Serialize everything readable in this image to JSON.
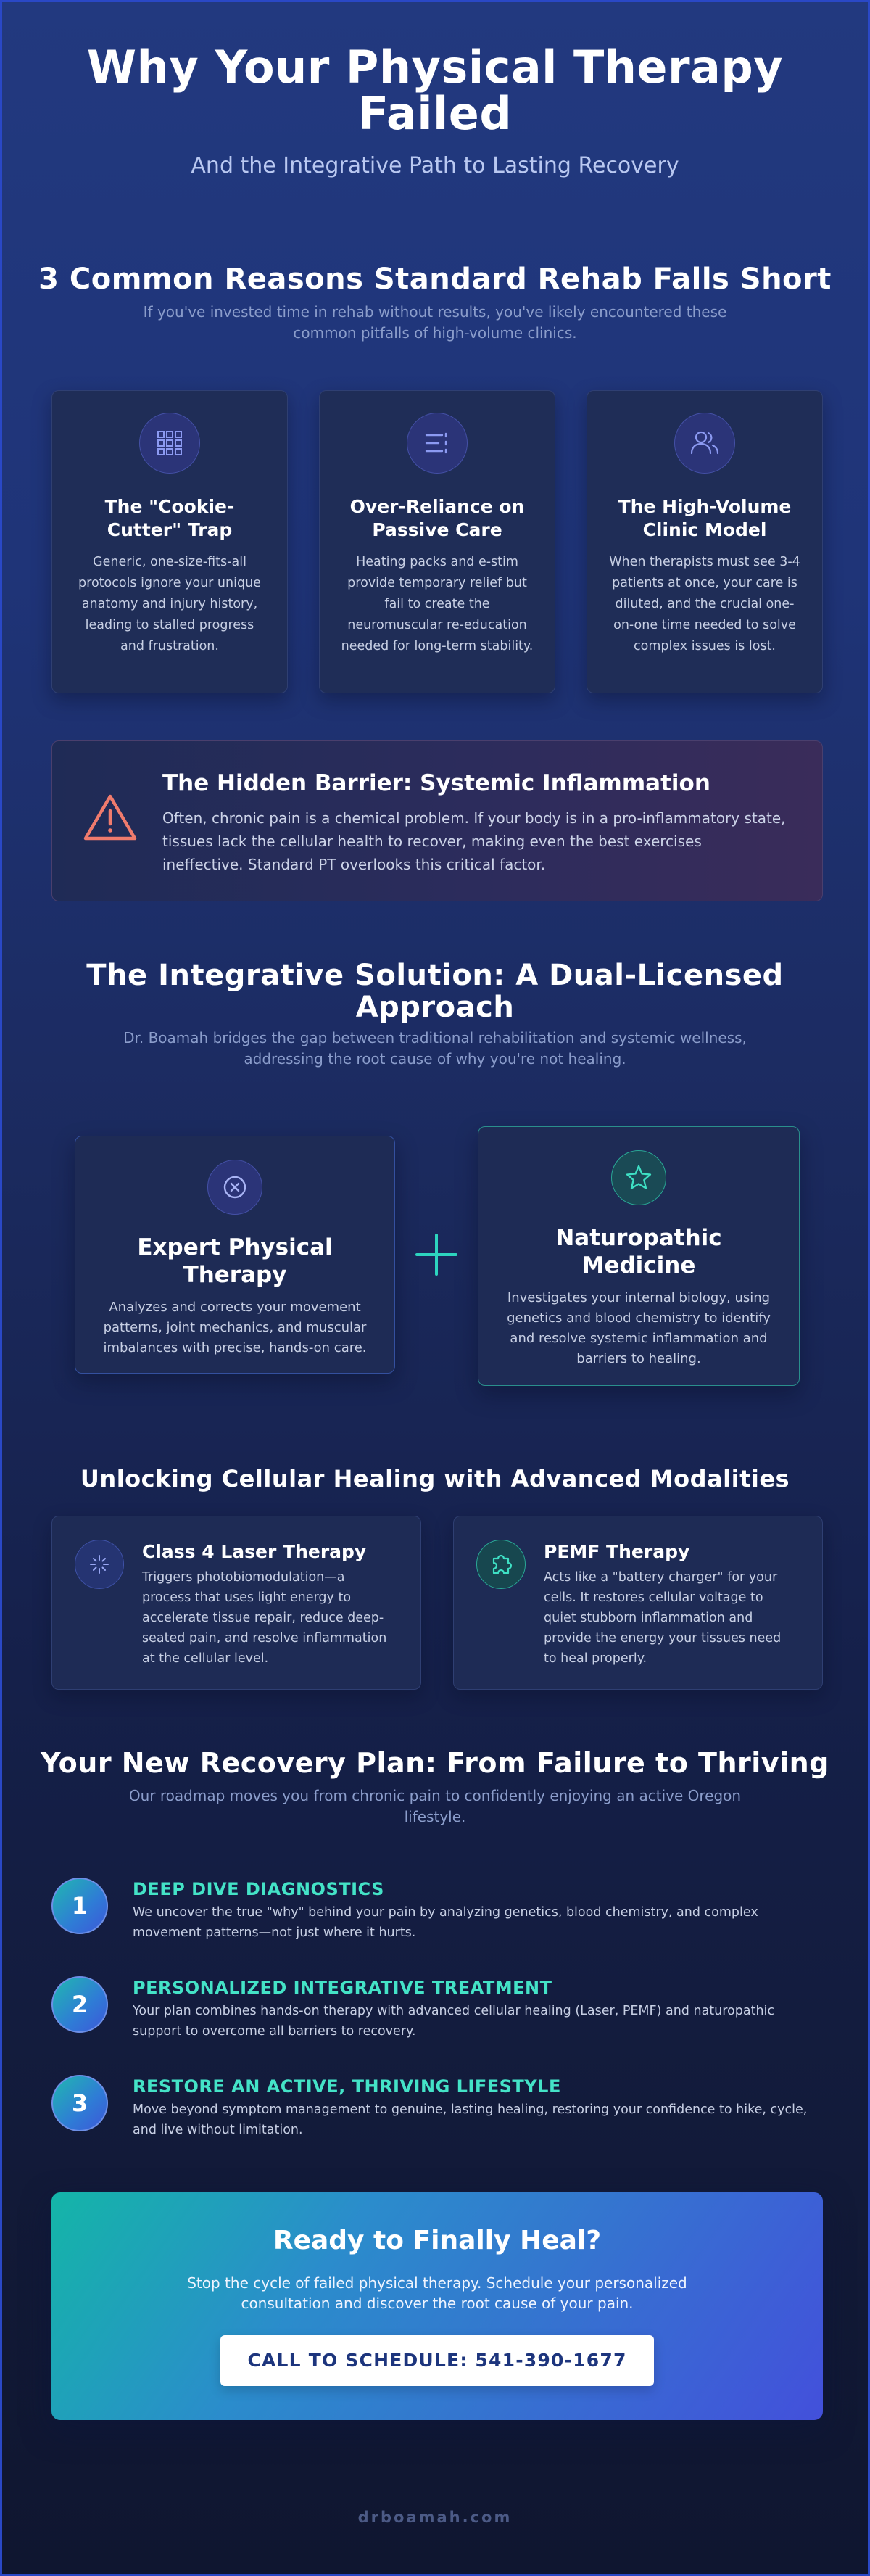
{
  "header": {
    "title_line1": "Why Your Physical Therapy",
    "title_line2": "Failed",
    "subtitle": "And the Integrative Path to Lasting Recovery"
  },
  "reasons": {
    "heading": "3 Common Reasons Standard Rehab Falls Short",
    "description": "If you've invested time in rehab without results, you've likely encountered these common pitfalls of high-volume clinics.",
    "cards": [
      {
        "icon": "grid-icon",
        "title_line1": "The \"Cookie-",
        "title_line2": "Cutter\" Trap",
        "text": "Generic, one-size-fits-all protocols ignore your unique anatomy and injury history, leading to stalled progress and frustration."
      },
      {
        "icon": "list-icon",
        "title_line1": "Over-Reliance on",
        "title_line2": "Passive Care",
        "text": "Heating packs and e-stim provide temporary relief but fail to create the neuromuscular re-education needed for long-term stability."
      },
      {
        "icon": "users-icon",
        "title_line1": "The High-Volume",
        "title_line2": "Clinic Model",
        "text": "When therapists must see 3-4 patients at once, your care is diluted, and the crucial one-on-one time needed to solve complex issues is lost."
      }
    ]
  },
  "barrier": {
    "icon": "warning-triangle-icon",
    "title": "The Hidden Barrier: Systemic Inflammation",
    "text": "Often, chronic pain is a chemical problem. If your body is in a pro-inflammatory state, tissues lack the cellular health to recover, making even the best exercises ineffective. Standard PT overlooks this critical factor."
  },
  "solution": {
    "heading_line1": "The Integrative Solution: A Dual-Licensed",
    "heading_line2": "Approach",
    "description": "Dr. Boamah bridges the gap between traditional rehabilitation and systemic wellness, addressing the root cause of why you're not healing.",
    "physical_therapy": {
      "icon": "target-icon",
      "title_line1": "Expert Physical",
      "title_line2": "Therapy",
      "text": "Analyzes and corrects your movement patterns, joint mechanics, and muscular imbalances with precise, hands-on care."
    },
    "naturopathic": {
      "icon": "star-icon",
      "title_line1": "Naturopathic",
      "title_line2": "Medicine",
      "text": "Investigates your internal biology, using genetics and blood chemistry to identify and resolve systemic inflammation and barriers to healing."
    }
  },
  "modalities": {
    "heading": "Unlocking Cellular Healing with Advanced Modalities",
    "items": [
      {
        "icon": "laser-burst-icon",
        "title": "Class 4 Laser Therapy",
        "text": "Triggers photobiomodulation—a process that uses light energy to accelerate tissue repair, reduce deep-seated pain, and resolve inflammation at the cellular level."
      },
      {
        "icon": "pulse-puzzle-icon",
        "title": "PEMF Therapy",
        "text": "Acts like a \"battery charger\" for your cells. It restores cellular voltage to quiet stubborn inflammation and provide the energy your tissues need to heal properly."
      }
    ]
  },
  "plan": {
    "heading": "Your New Recovery Plan: From Failure to Thriving",
    "description": "Our roadmap moves you from chronic pain to confidently enjoying an active Oregon lifestyle.",
    "steps": [
      {
        "number": "1",
        "title": "DEEP DIVE DIAGNOSTICS",
        "text": "We uncover the true \"why\" behind your pain by analyzing genetics, blood chemistry, and complex movement patterns—not just where it hurts."
      },
      {
        "number": "2",
        "title": "PERSONALIZED INTEGRATIVE TREATMENT",
        "text": "Your plan combines hands-on therapy with advanced cellular healing (Laser, PEMF) and naturopathic support to overcome all barriers to recovery."
      },
      {
        "number": "3",
        "title": "RESTORE AN ACTIVE, THRIVING LIFESTYLE",
        "text": "Move beyond symptom management to genuine, lasting healing, restoring your confidence to hike, cycle, and live without limitation."
      }
    ]
  },
  "cta": {
    "title": "Ready to Finally Heal?",
    "text": "Stop the cycle of failed physical therapy. Schedule your personalized consultation and discover the root cause of your pain.",
    "button_label": "CALL TO SCHEDULE: 541-390-1677"
  },
  "footer": {
    "domain": "drboamah.com"
  },
  "colors": {
    "accent_teal": "#44e3c7",
    "accent_indigo": "#7e8df0",
    "warning": "#f07b6d"
  }
}
